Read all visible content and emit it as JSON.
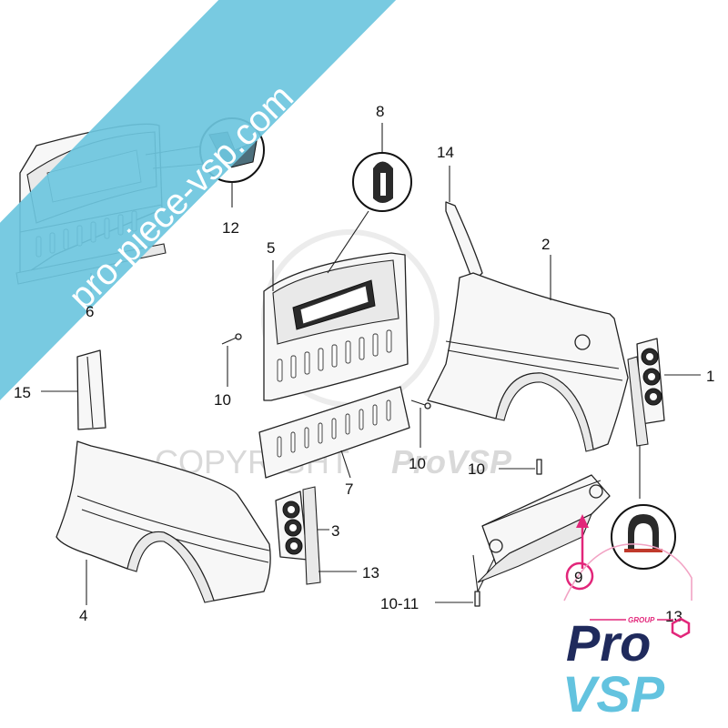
{
  "diagram": {
    "callouts": [
      {
        "id": "c1",
        "text": "1"
      },
      {
        "id": "c2",
        "text": "2"
      },
      {
        "id": "c3",
        "text": "3"
      },
      {
        "id": "c4",
        "text": "4"
      },
      {
        "id": "c5",
        "text": "5"
      },
      {
        "id": "c6",
        "text": "6"
      },
      {
        "id": "c7",
        "text": "7"
      },
      {
        "id": "c8",
        "text": "8"
      },
      {
        "id": "c9",
        "text": "9"
      },
      {
        "id": "c10a",
        "text": "10"
      },
      {
        "id": "c10b",
        "text": "10"
      },
      {
        "id": "c10c",
        "text": "10"
      },
      {
        "id": "c1011",
        "text": "10-11"
      },
      {
        "id": "c12",
        "text": "12"
      },
      {
        "id": "c13a",
        "text": "13"
      },
      {
        "id": "c13b",
        "text": "13"
      },
      {
        "id": "c14",
        "text": "14"
      },
      {
        "id": "c15",
        "text": "15"
      }
    ]
  },
  "watermark": {
    "copyright": "COPYRIGHT",
    "brand": "ProVSP"
  },
  "banner": {
    "text": "pro-piece-vsp.com",
    "color": "#6cc5de"
  },
  "logo": {
    "group": "GROUP",
    "pro": "Pro",
    "vsp": "VSP",
    "color_navy": "#1f2a5c",
    "color_cyan": "#63c3df",
    "color_pink": "#e2267a"
  }
}
